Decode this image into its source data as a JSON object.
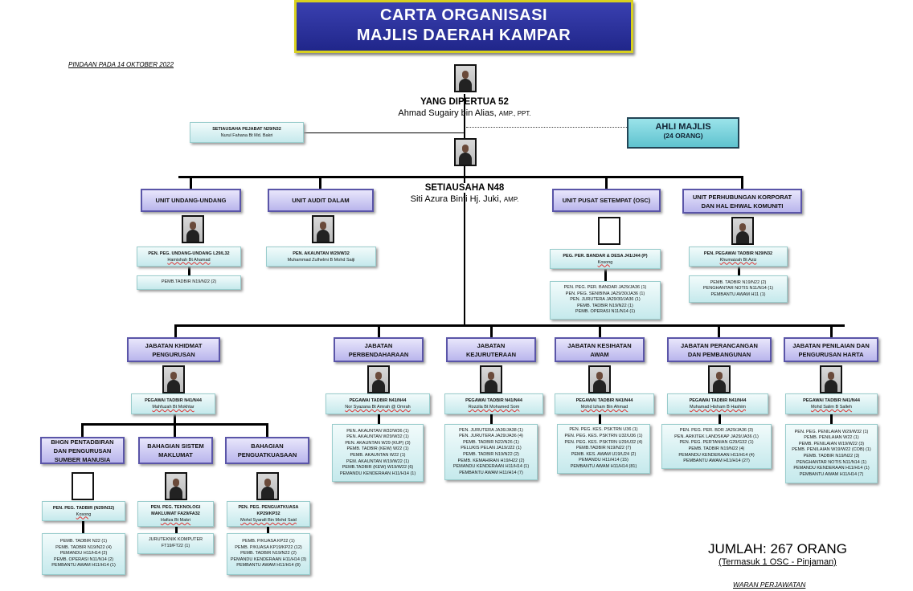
{
  "header": {
    "line1": "CARTA ORGANISASI",
    "line2": "MAJLIS DAERAH KAMPAR"
  },
  "amendment": "PINDAAN PADA 14 OKTOBER 2022",
  "ydp": {
    "role": "YANG DIPERTUA 52",
    "name": "Ahmad Sugairy bin Alias,",
    "suffix": "AMP., PPT."
  },
  "su": {
    "role": "SETIAUSAHA N48",
    "name": "Siti Azura Binti Hj. Juki,",
    "suffix": "AMP."
  },
  "su_pejabat": {
    "role": "SETIAUSAHA PEJABAT N29/N32",
    "name": "Nurul Fahana Bt Md. Bakri"
  },
  "ahli_majlis": {
    "title": "AHLI MAJLIS",
    "count": "(24 ORANG)"
  },
  "units": [
    {
      "title": "UNIT UNDANG-UNDANG",
      "role": "PEN. PEG. UNDANG-UNDANG L29/L32",
      "name": "Hamishah Bt Ahamad",
      "staff": [
        "PEMB.TADBIR N19/N22 (2)"
      ]
    },
    {
      "title": "UNIT AUDIT DALAM",
      "role": "PEN. AKAUNTAN W29/W32",
      "name": "Muhammad Zulhelmi B Mohd Saiji",
      "staff": []
    },
    {
      "title": "UNIT PUSAT SETEMPAT (OSC)",
      "role": "PEG. PER. BANDAR & DESA J41/J44 (P)",
      "name": "Kosong",
      "staff": [
        "PEN. PEG. PER. BANDAR JA29/JA36 (1)",
        "PEN. PEG. SENIBINA JA29/30/JA36 (1)",
        "PEN. JURUTERA JA29/30/JA36 (1)",
        "PEMB. TADBIR N19/N22 (1)",
        "PEMB. OPERASI N11/N14 (1)"
      ]
    },
    {
      "title": "UNIT PERHUBUNGAN KORPORAT DAN HAL EHWAL KOMUNITI",
      "role": "PEN. PEGAWAI TADBIR N29/N32",
      "name": "Khumaizah Bt Aziz",
      "staff": [
        "PEMB. TADBIR N19/N22 (2)",
        "PENGHANTAR NOTIS N11/N14 (1)",
        "PEMBANTU AWAM H11 (1)"
      ]
    }
  ],
  "departments": [
    {
      "title": "JABATAN KHIDMAT PENGURUSAN",
      "role": "PEGAWAI TADBIR N41/N44",
      "name": "Mahfuzah Bt Mokhtar",
      "staff": []
    },
    {
      "title": "JABATAN PERBENDAHARAAN",
      "role": "PEGAWAI TADBIR N41/N44",
      "name": "Nor Syazana Bt Amrah @ Omrah",
      "staff": [
        "PEN. AKAUNTAN W32/W36 (1)",
        "PEN. AKAUNTAN W29/W32 (1)",
        "PEN. AKAUNTAN W29 (KUP) (3)",
        "PEMB. TADBIR (KEW) W22 (1)",
        "PEMB. AKAUNTAN W22 (1)",
        "PEM. AKAUNTAN W19/W22 (1)",
        "PEMB.TADBIR (KEW) W19/W22 (6)",
        "PEMANDU KENDERAAN H11/H14 (1)"
      ]
    },
    {
      "title": "JABATAN KEJURUTERAAN",
      "role": "PEGAWAI TADBIR N41/N44",
      "name": "Rozzila Bt Mohamed Som",
      "staff": [
        "PEN. JURUTERA JA36/JA38 (1)",
        "PEN. JURUTERA JA29/JA36 (4)",
        "PEMB. TADBIR N22/N26 (1)",
        "PELUKIS PELAN JA19/J22 (1)",
        "PEMB. TADBIR N19/N22 (2)",
        "PEMB. KEMAHIRAN H19/H22 (2)",
        "PEMANDU KENDERAAN H11/H14 (1)",
        "PEMBANTU AWAM H11/H14 (7)"
      ]
    },
    {
      "title": "JABATAN KESIHATAN AWAM",
      "role": "PEGAWAI TADBIR N41/N44",
      "name": "Mohd Izham Bin Ahmad",
      "staff": [
        "PEN. PEG. KES. PSKTRN U36 (1)",
        "PEN. PEG. KES. PSKTRN U32/U36 (1)",
        "PEN. PEG. KES. PSKTRN U29/U32 (4)",
        "PEMB.TADBIR N19/N22 (7)",
        "PEMB. KES. AWAM U19/U24 (2)",
        "PEMANDU H11/H14 (15)",
        "PEMBANTU AWAM H11/H14 (81)"
      ]
    },
    {
      "title": "JABATAN PERANCANGAN DAN PEMBANGUNAN",
      "role": "PEGAWAI TADBIR N41/N44",
      "name": "Muhamad Hisham B Hashim",
      "staff": [
        "PEN. PEG. PER. BDR JA29/JA36 (3)",
        "PEN. ARKITEK LANDSKAP JA29/JA36 (1)",
        "PEN. PEG. PERTANIAN G29/G32 (1)",
        "PEMB. TADBIR N19/N22 (4)",
        "PEMANDU KENDERAAN H11/H14 (4)",
        "PEMBANTU AWAM H11/H14 (27)"
      ]
    },
    {
      "title": "JABATAN PENILAIAN DAN PENGURUSAN HARTA",
      "role": "PEGAWAI TADBIR N41/N44",
      "name": "Mohd Salim B Salleh",
      "staff": [
        "PEN. PEG. PENILAIAN W29/W32 (1)",
        "PEMB. PENILAIAN W22 (1)",
        "PEMB. PENILAIAN W19/W22 (3)",
        "PEMB. PENILAIAN W19/W22 (COB) (1)",
        "PEMB. TADBIR N19/N22 (3)",
        "PENGHANTAR NOTIS N11/N14 (1)",
        "PEMANDU KENDERAAN H11/H14 (1)",
        "PEMBANTU AWAM H11/H14 (7)"
      ]
    }
  ],
  "divisions": [
    {
      "title": "BHGN PENTADBIRAN DAN PENGURUSAN SUMBER MANUSIA",
      "role": "PEN. PEG. TADBIR (N29/N32)",
      "name": "Kosong",
      "staff": [
        "PEMB. TADBIR N22 (1)",
        "PEMB. TADBIR N19/N22 (4)",
        "PEMANDU H11/H14 (2)",
        "PEMB. OPERASI N11/N14 (2)",
        "PEMBANTU AWAM H11/H14 (1)"
      ]
    },
    {
      "title": "BAHAGIAN SISTEM MAKLUMAT",
      "role": "PEN. PEG. TEKNOLOGI MAKLUMAT FA29/FA32",
      "name": "Hafiza Bt Makri",
      "staff": [
        "JURUTEKNIK KOMPUTER FT19/FT22 (1)"
      ]
    },
    {
      "title": "BAHAGIAN PENGUATKUASAAN",
      "role": "PEN. PEG. PENGUATKUASA KP29/KP32",
      "name": "Mohd Syarafi Bin Mohd Said",
      "staff": [
        "PEMB. P/KUASA KP22 (1)",
        "PEMB. P/KUASA KP19/KP22 (12)",
        "PEMB. TADBIR N19/N22 (2)",
        "PEMANDU KENDERAAN H11/H14 (3)",
        "PEMBANTU AWAM H11/H14 (8)"
      ]
    }
  ],
  "total": {
    "label": "JUMLAH: 267 ORANG",
    "note": "(Termasuk 1 OSC - Pinjaman)"
  },
  "footer": "WARAN PERJAWATAN"
}
